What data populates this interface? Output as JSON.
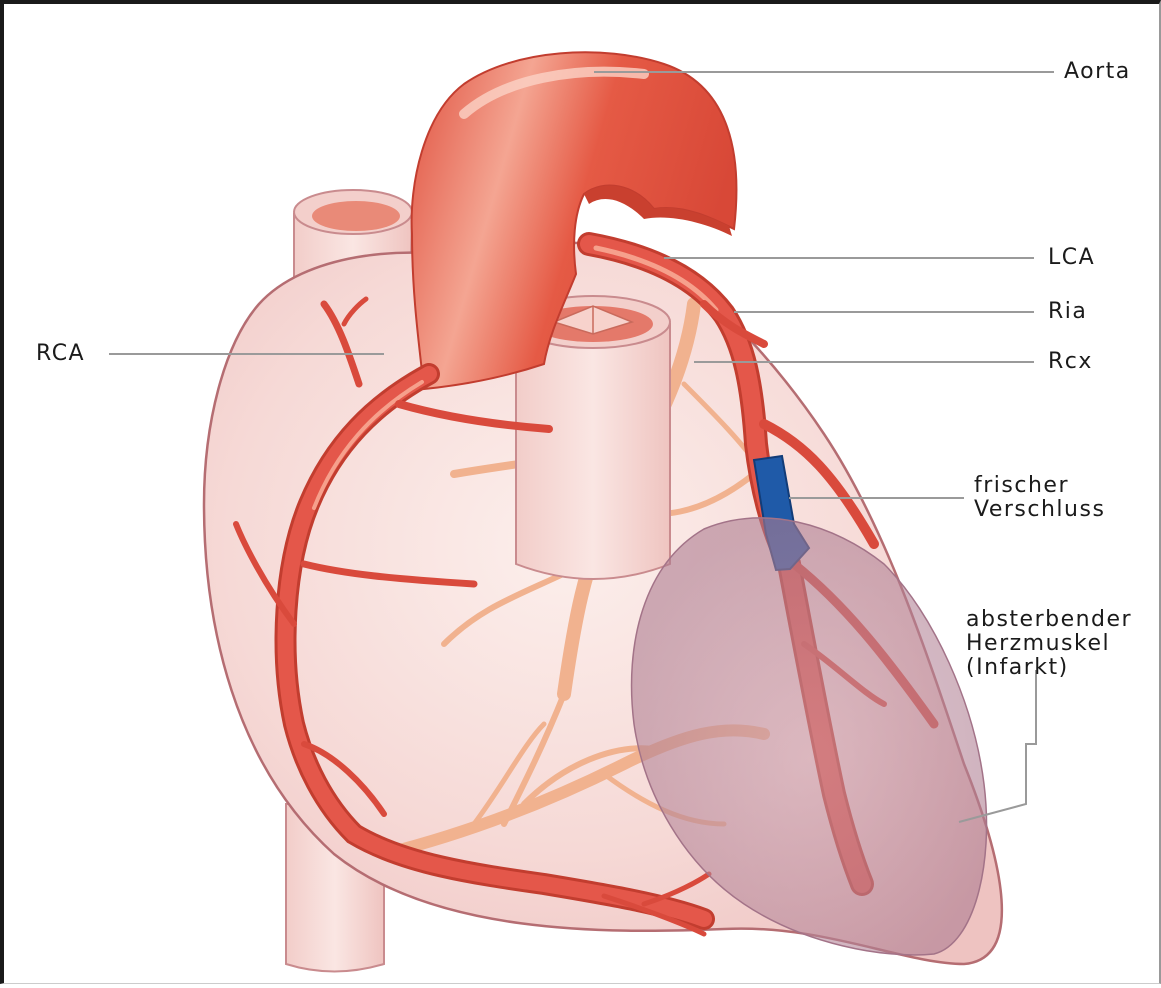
{
  "diagram": {
    "labels": {
      "aorta": "Aorta",
      "lca": "LCA",
      "ria": "Ria",
      "rcx": "Rcx",
      "rca": "RCA",
      "occlusion": [
        "frischer",
        "Verschluss"
      ],
      "infarct": [
        "absterbender",
        "Herzmuskel",
        "(Infarkt)"
      ]
    },
    "colors": {
      "artery": "#d94a3c",
      "artery_highlight": "#f6a08c",
      "posterior_vessels": "#f1b28f",
      "heart_body": "#f7d8d5",
      "heart_outline": "#b56d72",
      "occlusion": "#1f5aa8",
      "infarct_zone": "#b98a9c",
      "leader_lines": "#9a9a9a"
    }
  }
}
